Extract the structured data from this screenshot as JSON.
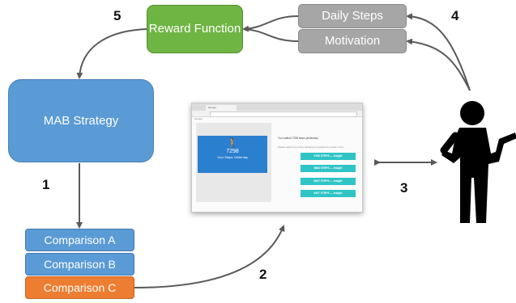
{
  "nodes": {
    "reward_function": "Reward Function",
    "daily_steps": "Daily Steps",
    "motivation": "Motivation",
    "mab_strategy": "MAB Strategy",
    "comparisons": [
      "Comparison A",
      "Comparison B",
      "Comparison C"
    ]
  },
  "step_numbers": [
    "1",
    "2",
    "3",
    "4",
    "5"
  ],
  "browser": {
    "tab_title": "Groups",
    "bookmark": "Groups",
    "steps_value": "7298",
    "steps_label": "Your Steps Yesterday",
    "message": "You walked 7298 steps yesterday!",
    "instruction": "Please select one of the following comparisons to learn more:",
    "buttons": [
      "9765 STEPS — Insight",
      "9884 STEPS — Insight",
      "8637 STEPS — Insight",
      "6407 STEPS — Insight"
    ]
  },
  "colors": {
    "reward": "#6fb543",
    "gray_boxes": "#a6a6a6",
    "blue": "#5b9bd5",
    "highlight": "#ed7d31",
    "arrow": "#595959",
    "browser_card": "#2b7fcf",
    "browser_button": "#2fc4c6"
  },
  "icons": [
    "walking-person-icon",
    "standing-person-icon"
  ]
}
